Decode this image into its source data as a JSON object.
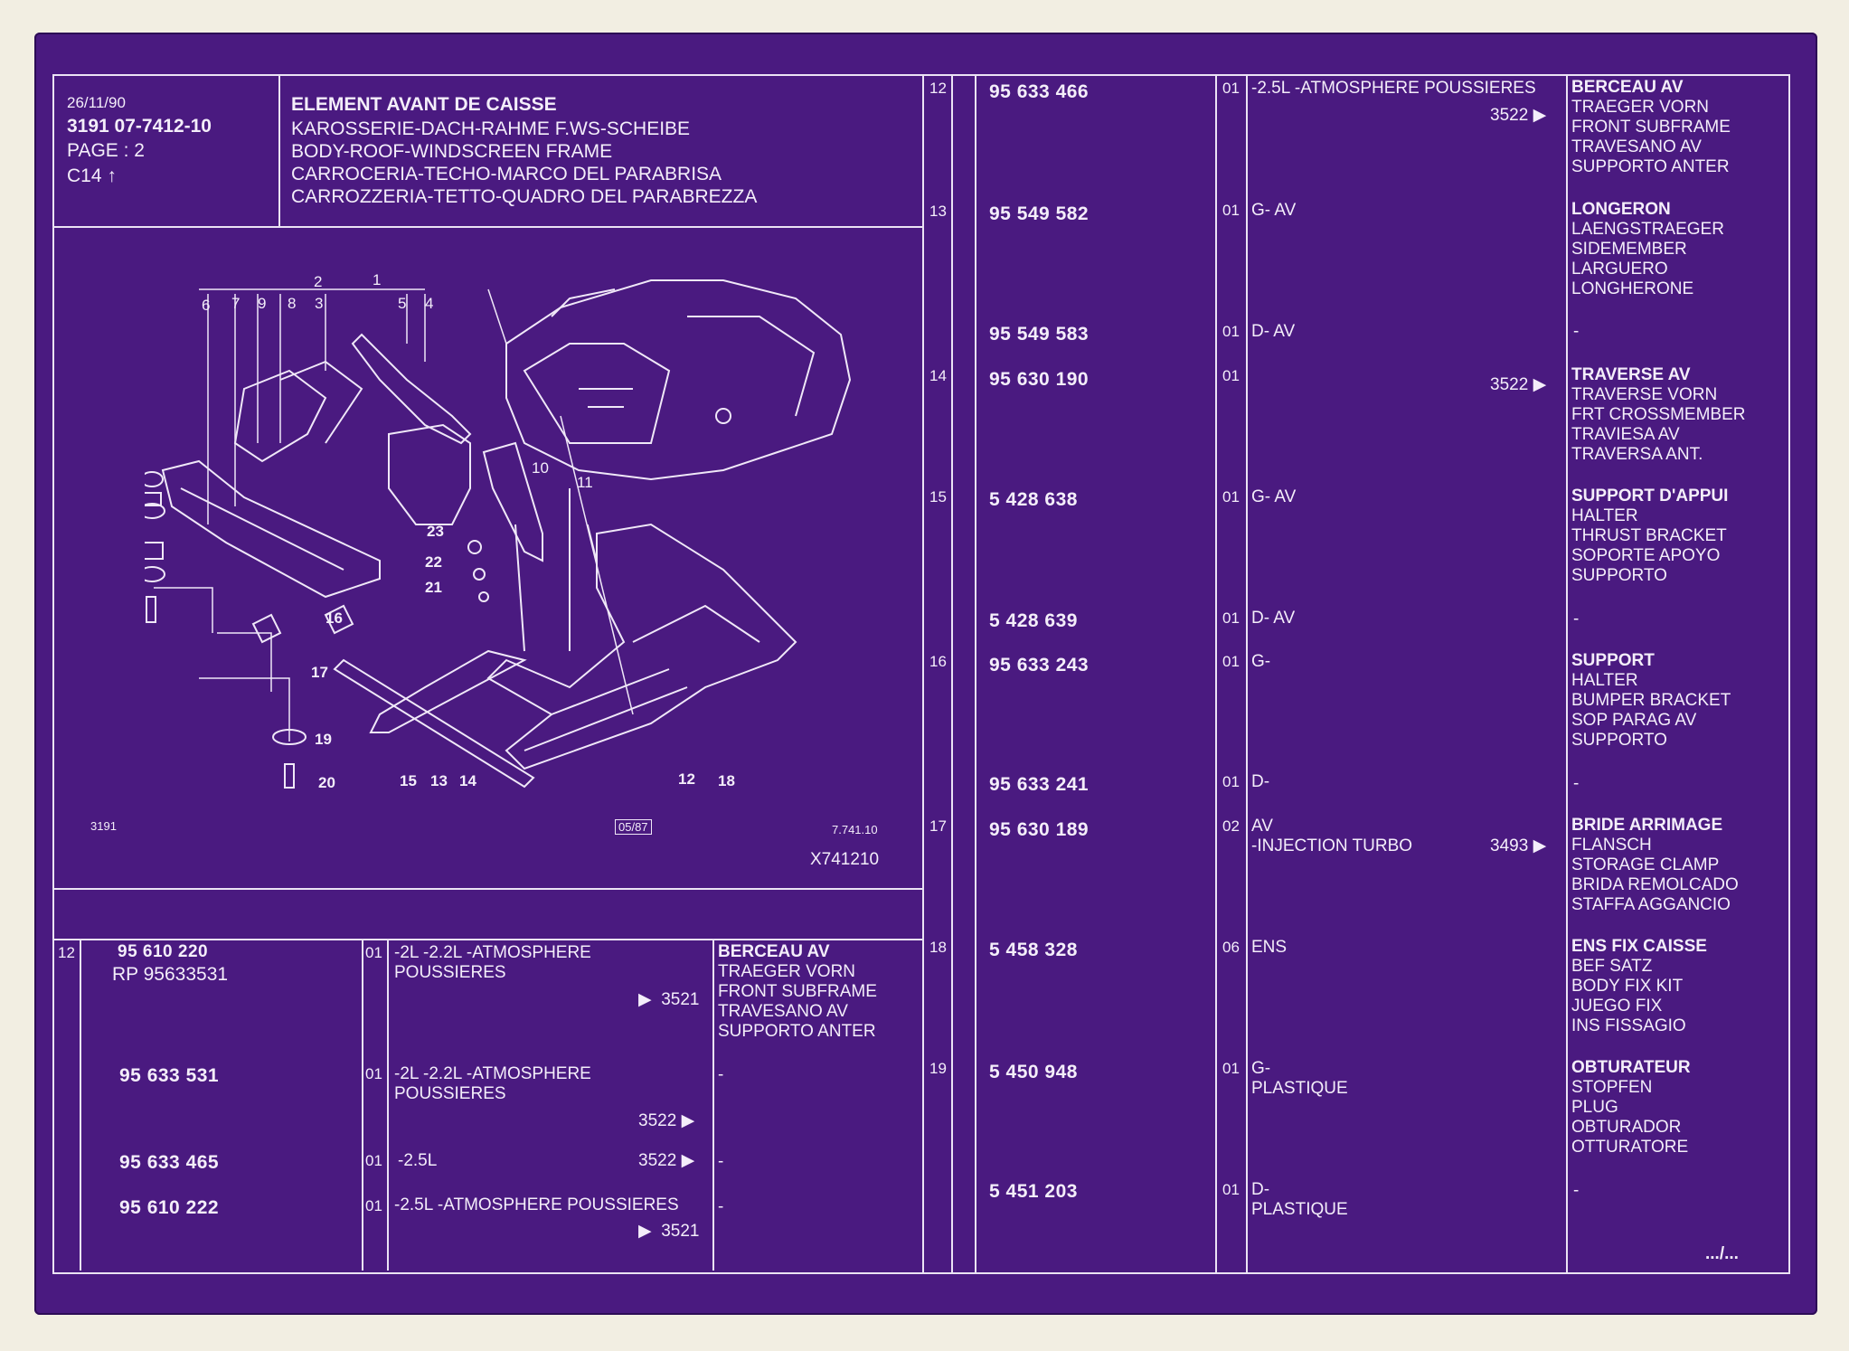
{
  "header": {
    "date": "26/11/90",
    "ref": "3191 07-7412-10",
    "page": "PAGE : 2",
    "code": "C14",
    "title_fr": "ELEMENT AVANT DE CAISSE",
    "title_de": "KAROSSERIE-DACH-RAHME F.WS-SCHEIBE",
    "title_en": "BODY-ROOF-WINDSCREEN FRAME",
    "title_es": "CARROCERIA-TECHO-MARCO DEL PARABRISA",
    "title_it": "CARROZZERIA-TETTO-QUADRO DEL PARABREZZA"
  },
  "diagram": {
    "model": "3191",
    "date": "05/87",
    "ref": "7.741.10",
    "code": "X741210",
    "callouts": [
      "1",
      "2",
      "3",
      "4",
      "5",
      "6",
      "7",
      "8",
      "9",
      "10",
      "11",
      "12",
      "13",
      "14",
      "15",
      "16",
      "17",
      "18",
      "19",
      "20",
      "21",
      "22",
      "23"
    ]
  },
  "left_rows": [
    {
      "idx": "12",
      "part": "95 610 220",
      "rp": "RP 95633531",
      "qty": "01",
      "spec": "-2L -2.2L -ATMOSPHERE",
      "spec2": "POUSSIERES",
      "ref": "3521",
      "desc": [
        "BERCEAU AV",
        "TRAEGER VORN",
        "FRONT SUBFRAME",
        "TRAVESANO AV",
        "SUPPORTO ANTER"
      ]
    },
    {
      "part": "95 633 531",
      "qty": "01",
      "spec": "-2L -2.2L -ATMOSPHERE",
      "spec2": "POUSSIERES",
      "ref": "3522",
      "desc": [
        "-"
      ]
    },
    {
      "part": "95 633 465",
      "qty": "01",
      "spec": "-2.5L",
      "ref": "3522",
      "desc": [
        "-"
      ]
    },
    {
      "part": "95 610 222",
      "qty": "01",
      "spec": "-2.5L -ATMOSPHERE POUSSIERES",
      "ref": "3521",
      "desc": [
        "-"
      ]
    }
  ],
  "right_rows": [
    {
      "idx": "12",
      "part": "95 633 466",
      "qty": "01",
      "spec": "-2.5L -ATMOSPHERE POUSSIERES",
      "ref": "3522",
      "desc": [
        "BERCEAU AV",
        "TRAEGER VORN",
        "FRONT SUBFRAME",
        "TRAVESANO AV",
        "SUPPORTO ANTER"
      ]
    },
    {
      "idx": "13",
      "part": "95 549 582",
      "qty": "01",
      "spec": "G-   AV",
      "desc": [
        "LONGERON",
        "LAENGSTRAEGER",
        "SIDEMEMBER",
        "LARGUERO",
        "LONGHERONE"
      ]
    },
    {
      "part": "95 549 583",
      "qty": "01",
      "spec": "D-   AV",
      "desc": [
        "-"
      ]
    },
    {
      "idx": "14",
      "part": "95 630 190",
      "qty": "01",
      "ref": "3522",
      "desc": [
        "TRAVERSE AV",
        "TRAVERSE VORN",
        "FRT CROSSMEMBER",
        "TRAVIESA AV",
        "TRAVERSA ANT."
      ]
    },
    {
      "idx": "15",
      "part": "5 428 638",
      "qty": "01",
      "spec": "G-   AV",
      "desc": [
        "SUPPORT D'APPUI",
        "HALTER",
        "THRUST BRACKET",
        "SOPORTE APOYO",
        "SUPPORTO"
      ]
    },
    {
      "part": "5 428 639",
      "qty": "01",
      "spec": "D-   AV",
      "desc": [
        "-"
      ]
    },
    {
      "idx": "16",
      "part": "95 633 243",
      "qty": "01",
      "spec": "G-",
      "desc": [
        "SUPPORT",
        "HALTER",
        "BUMPER BRACKET",
        "SOP PARAG AV",
        "SUPPORTO"
      ]
    },
    {
      "part": "95 633 241",
      "qty": "01",
      "spec": "D-",
      "desc": [
        "-"
      ]
    },
    {
      "idx": "17",
      "part": "95 630 189",
      "qty": "02",
      "spec": "AV",
      "spec2": "-INJECTION TURBO",
      "ref": "3493",
      "desc": [
        "BRIDE ARRIMAGE",
        "FLANSCH",
        "STORAGE CLAMP",
        "BRIDA REMOLCADO",
        "STAFFA AGGANCIO"
      ]
    },
    {
      "idx": "18",
      "part": "5 458 328",
      "qty": "06",
      "spec": "ENS",
      "desc": [
        "ENS FIX CAISSE",
        "BEF SATZ",
        "BODY FIX KIT",
        "JUEGO FIX",
        "INS FISSAGIO"
      ]
    },
    {
      "idx": "19",
      "part": "5 450 948",
      "qty": "01",
      "spec": "G-",
      "spec2": "PLASTIQUE",
      "desc": [
        "OBTURATEUR",
        "STOPFEN",
        "PLUG",
        "OBTURADOR",
        "OTTURATORE"
      ]
    },
    {
      "part": "5 451 203",
      "qty": "01",
      "spec": "D-",
      "spec2": "PLASTIQUE",
      "desc": [
        "-"
      ]
    }
  ],
  "footer": {
    "continued": ".../..."
  },
  "icons": {
    "arrow": "triangle-right-icon",
    "up": "up-arrow-icon"
  },
  "colors": {
    "sheet": "#4a1a80",
    "ink": "#ebe3f4",
    "paper": "#f2eee2"
  }
}
